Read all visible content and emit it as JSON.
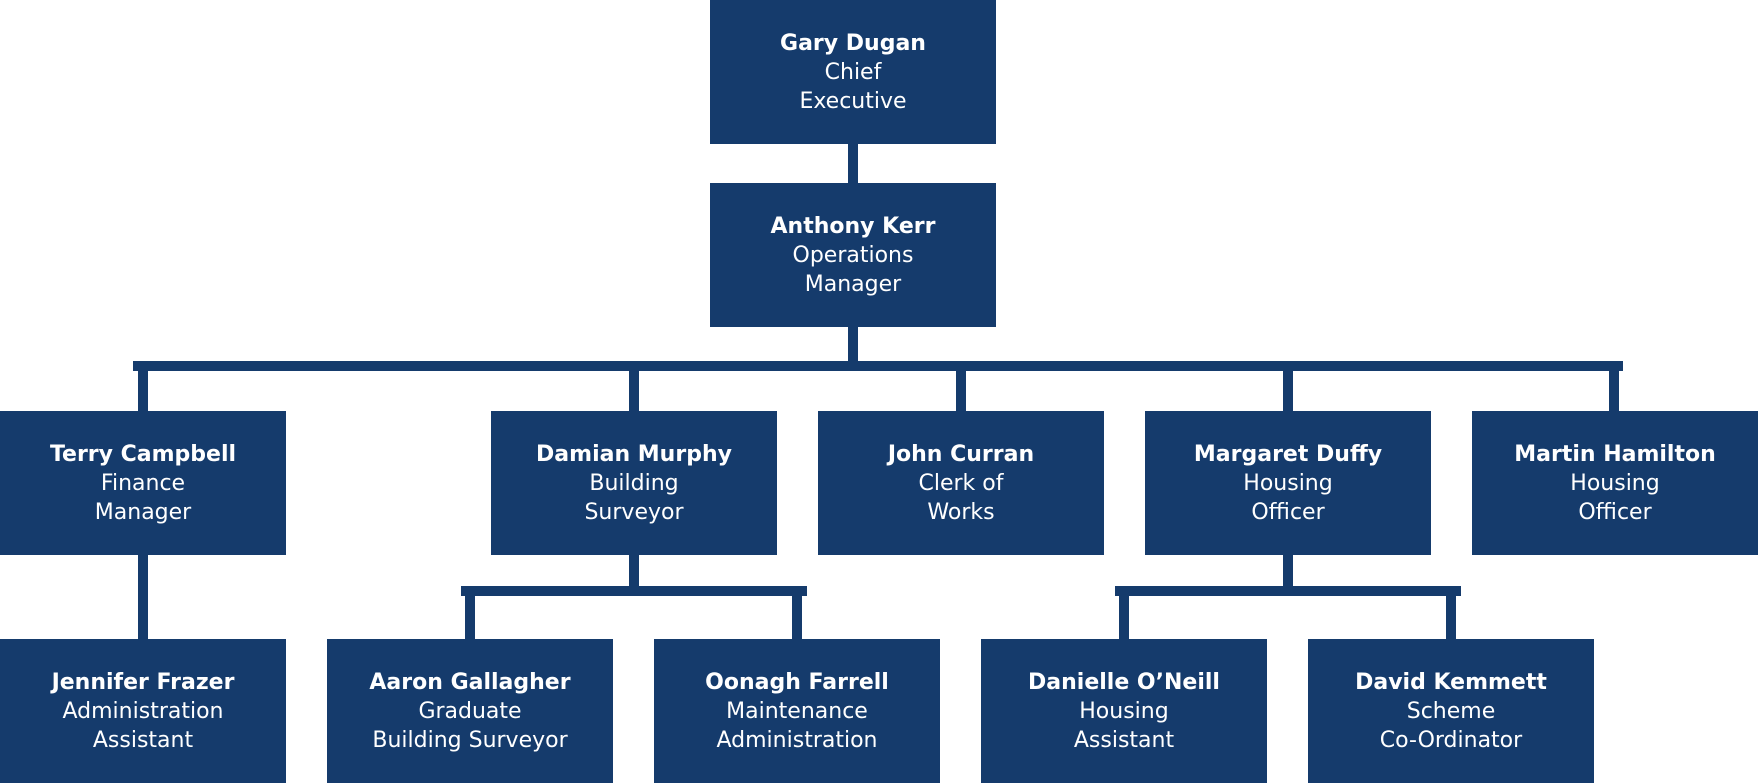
{
  "colors": {
    "box_fill": "#153b6c",
    "connector": "#153b6c",
    "text": "#ffffff"
  },
  "people": {
    "ceo": {
      "name": "Gary Dugan",
      "role": "Chief\nExecutive"
    },
    "ops": {
      "name": "Anthony Kerr",
      "role": "Operations\nManager"
    },
    "finance": {
      "name": "Terry Campbell",
      "role": "Finance\nManager"
    },
    "surveyor": {
      "name": "Damian Murphy",
      "role": "Building\nSurveyor"
    },
    "clerk": {
      "name": "John Curran",
      "role": "Clerk of\nWorks"
    },
    "housing1": {
      "name": "Margaret Duffy",
      "role": "Housing\nOfficer"
    },
    "housing2": {
      "name": "Martin Hamilton",
      "role": "Housing\nOfficer"
    },
    "admin": {
      "name": "Jennifer Frazer",
      "role": "Administration\nAssistant"
    },
    "graduate": {
      "name": "Aaron Gallagher",
      "role": "Graduate\nBuilding Surveyor"
    },
    "maintenance": {
      "name": "Oonagh Farrell",
      "role": "Maintenance\nAdministration"
    },
    "housing_asst": {
      "name": "Danielle O’Neill",
      "role": "Housing\nAssistant"
    },
    "scheme": {
      "name": "David Kemmett",
      "role": "Scheme\nCo-Ordinator"
    }
  }
}
